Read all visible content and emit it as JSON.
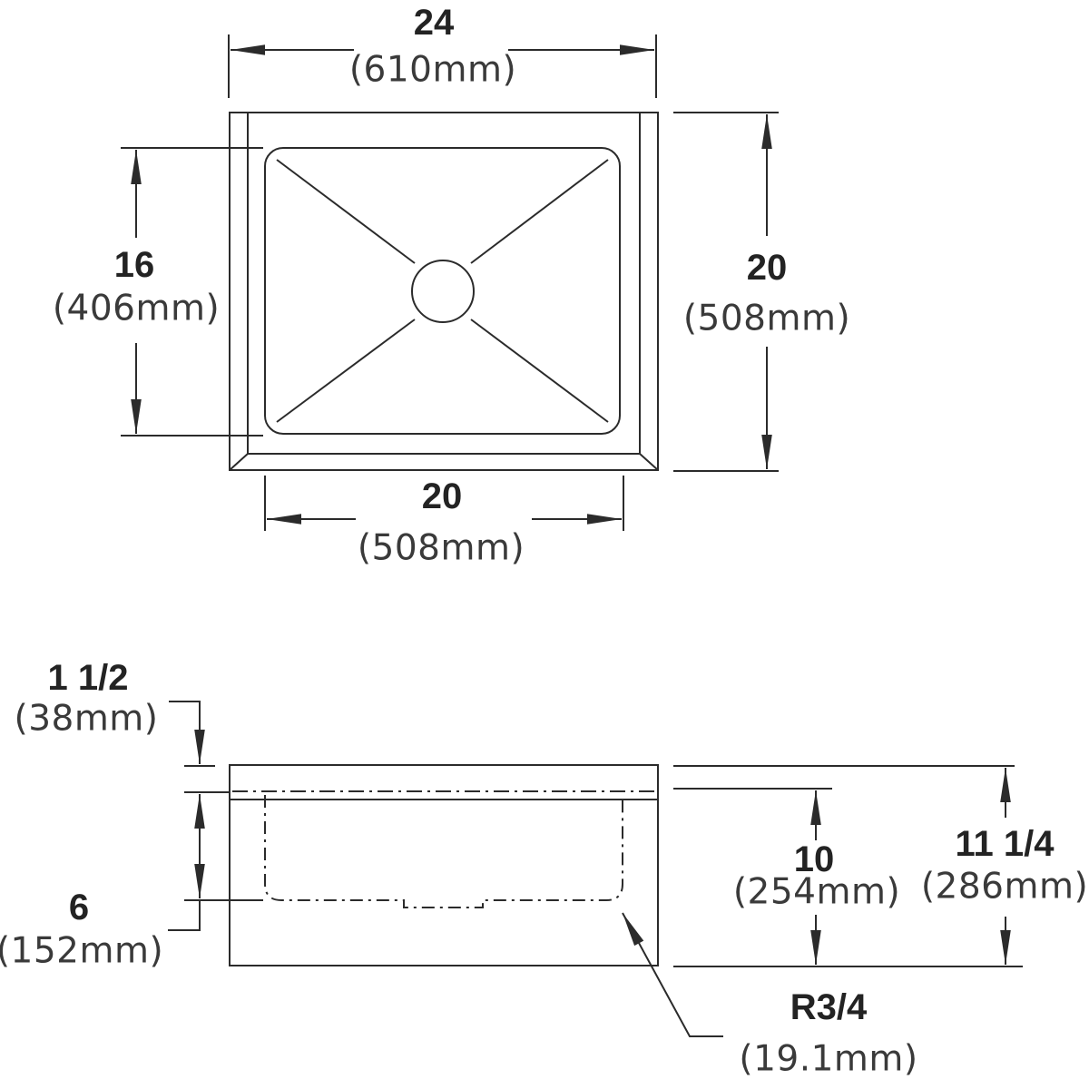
{
  "colors": {
    "line": "#2b2b2b",
    "background": "#ffffff"
  },
  "views": {
    "top_view": "sink-plan-view",
    "side_view": "sink-section-view"
  },
  "dims": {
    "top_width": {
      "inches": "24",
      "metric": "(610mm)"
    },
    "bowl_height": {
      "inches": "16",
      "metric": "(406mm)"
    },
    "overall_depth": {
      "inches": "20",
      "metric": "(508mm)"
    },
    "bowl_width": {
      "inches": "20",
      "metric": "(508mm)"
    },
    "rim_thickness": {
      "inches": "1 1/2",
      "metric": "(38mm)"
    },
    "apron_depth": {
      "inches": "6",
      "metric": "(152mm)"
    },
    "interior_depth": {
      "inches": "10",
      "metric": "(254mm)"
    },
    "overall_height": {
      "inches": "11 1/4",
      "metric": "(286mm)"
    },
    "corner_radius": {
      "inches": "R3/4",
      "metric": "(19.1mm)"
    }
  }
}
